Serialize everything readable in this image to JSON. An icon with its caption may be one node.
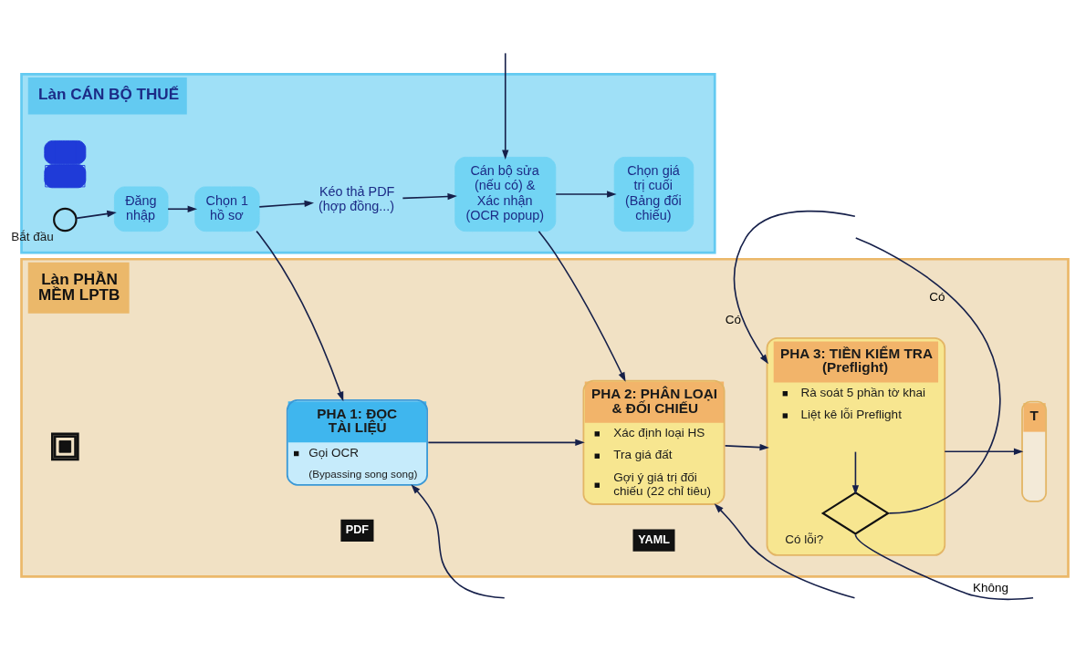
{
  "diagram": {
    "nodes": [
      {
        "text": [
          "Làn CÁN BỘ THUẾ"
        ]
      },
      {
        "text": [],
        "shape": "person",
        "in": 0
      },
      {
        "text": [],
        "shape": "circle",
        "beside": [
          "Bắt đầu"
        ],
        "in": 0
      },
      {
        "text": [
          "Đăng nhập"
        ],
        "in": 0
      },
      {
        "text": [
          "Chọn 1 hồ sơ"
        ],
        "in": 0
      },
      {
        "text": [
          "Kéo thả PDF (hợp đồng...)"
        ],
        "in": 0
      },
      {
        "text": [
          "Cán bộ sửa (nếu có) & Xác nhận (OCR popup)"
        ],
        "in": 0
      },
      {
        "text": [
          "Chọn giá trị cuối (Bảng đối chiếu)"
        ],
        "in": 0
      },
      {
        "text": [
          "Làn PHẦN MỀM LPTB"
        ]
      },
      {
        "text": [],
        "shape": "picture",
        "in": 8
      },
      {
        "text": [
          "PHA 1: ĐỌC TÀI LIỆU",
          "Gọi OCR",
          "(Bypassing song song)"
        ],
        "in": 8
      },
      {
        "text": [
          "PHA 2: PHÂN LOẠI & ĐỐI CHIẾU",
          "Xác định loại HS",
          "Tra giá đất",
          "Gợi ý giá trị đối chiếu (22 chỉ tiêu)"
        ],
        "in": 8
      },
      {
        "text": [
          "PHA 3: TIỀN KIỂM TRA (Preflight)",
          "Rà soát 5 phần tờ khai",
          "Liệt kê lỗi Preflight"
        ],
        "in": 8
      },
      {
        "text": [],
        "shape": "diamond",
        "beside": [
          "Có lỗi?"
        ],
        "in": 12
      },
      {
        "text": [
          "T"
        ],
        "in": 8
      }
    ],
    "edges": [
      {
        "from": 2,
        "to": 3,
        "arrow": "to"
      },
      {
        "from": 3,
        "to": 4,
        "arrow": "to"
      },
      {
        "from": 4,
        "to": 5,
        "arrow": "to"
      },
      {
        "from": 5,
        "to": 6,
        "arrow": "to"
      },
      {
        "from": 6,
        "to": 7,
        "arrow": "to"
      },
      {
        "from": null,
        "to": 6,
        "arrow": "to"
      },
      {
        "from": 4,
        "to": 10,
        "arrow": "to"
      },
      {
        "from": 6,
        "to": 11,
        "arrow": "to"
      },
      {
        "from": 10,
        "to": 11,
        "arrow": "to"
      },
      {
        "from": 11,
        "to": 12,
        "arrow": "to"
      },
      {
        "from": 12,
        "to": 13,
        "arrow": "to"
      },
      {
        "from": 13,
        "to": null,
        "arrow": "none",
        "label": "Có"
      },
      {
        "from": null,
        "to": 12,
        "arrow": "to",
        "label": "Có"
      },
      {
        "from": 12,
        "to": 14,
        "arrow": "to"
      },
      {
        "from": 13,
        "to": null,
        "arrow": "none",
        "label": "Không"
      },
      {
        "from": null,
        "to": 10,
        "arrow": "to"
      },
      {
        "from": null,
        "to": 11,
        "arrow": "to"
      }
    ],
    "labels": [
      "PDF",
      "YAML"
    ]
  }
}
